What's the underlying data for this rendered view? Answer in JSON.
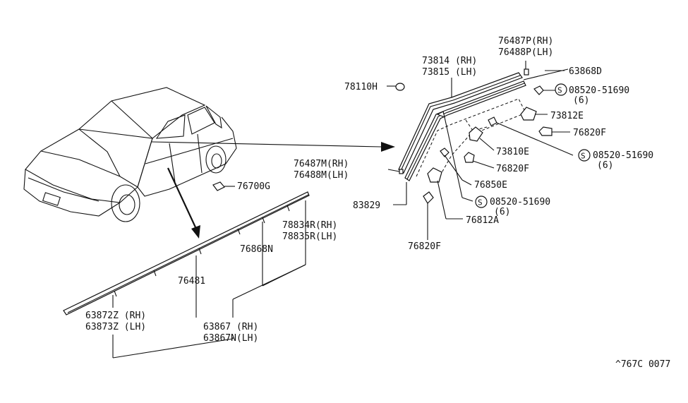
{
  "labels": {
    "p78110H": "78110H",
    "p73814": "73814 (RH)",
    "p73815": "73815 (LH)",
    "p76487P": "76487P(RH)",
    "p76488P": "76488P(LH)",
    "p63868D": "63868D",
    "s08520_a": "08520-51690",
    "s08520_a_qty": "(6)",
    "p73812E": "73812E",
    "p76820F_a": "76820F",
    "s08520_b": "08520-51690",
    "s08520_b_qty": "(6)",
    "p73810E": "73810E",
    "p76820F_b": "76820F",
    "p76850E": "76850E",
    "p76487M": "76487M(RH)",
    "p76488M": "76488M(LH)",
    "p76700G": "76700G",
    "p83829": "83829",
    "s08520_c": "08520-51690",
    "s08520_c_qty": "(6)",
    "p76812A": "76812A",
    "p76820F_c": "76820F",
    "p78834R": "78834R(RH)",
    "p78835R": "78835R(LH)",
    "p76868N": "76868N",
    "p76481": "76481",
    "p63872Z": "63872Z (RH)",
    "p63873Z": "63873Z (LH)",
    "p63867": "63867  (RH)",
    "p63867N": "63867N(LH)",
    "diagram_code": "^767C 0077",
    "screw_symbol": "S"
  }
}
